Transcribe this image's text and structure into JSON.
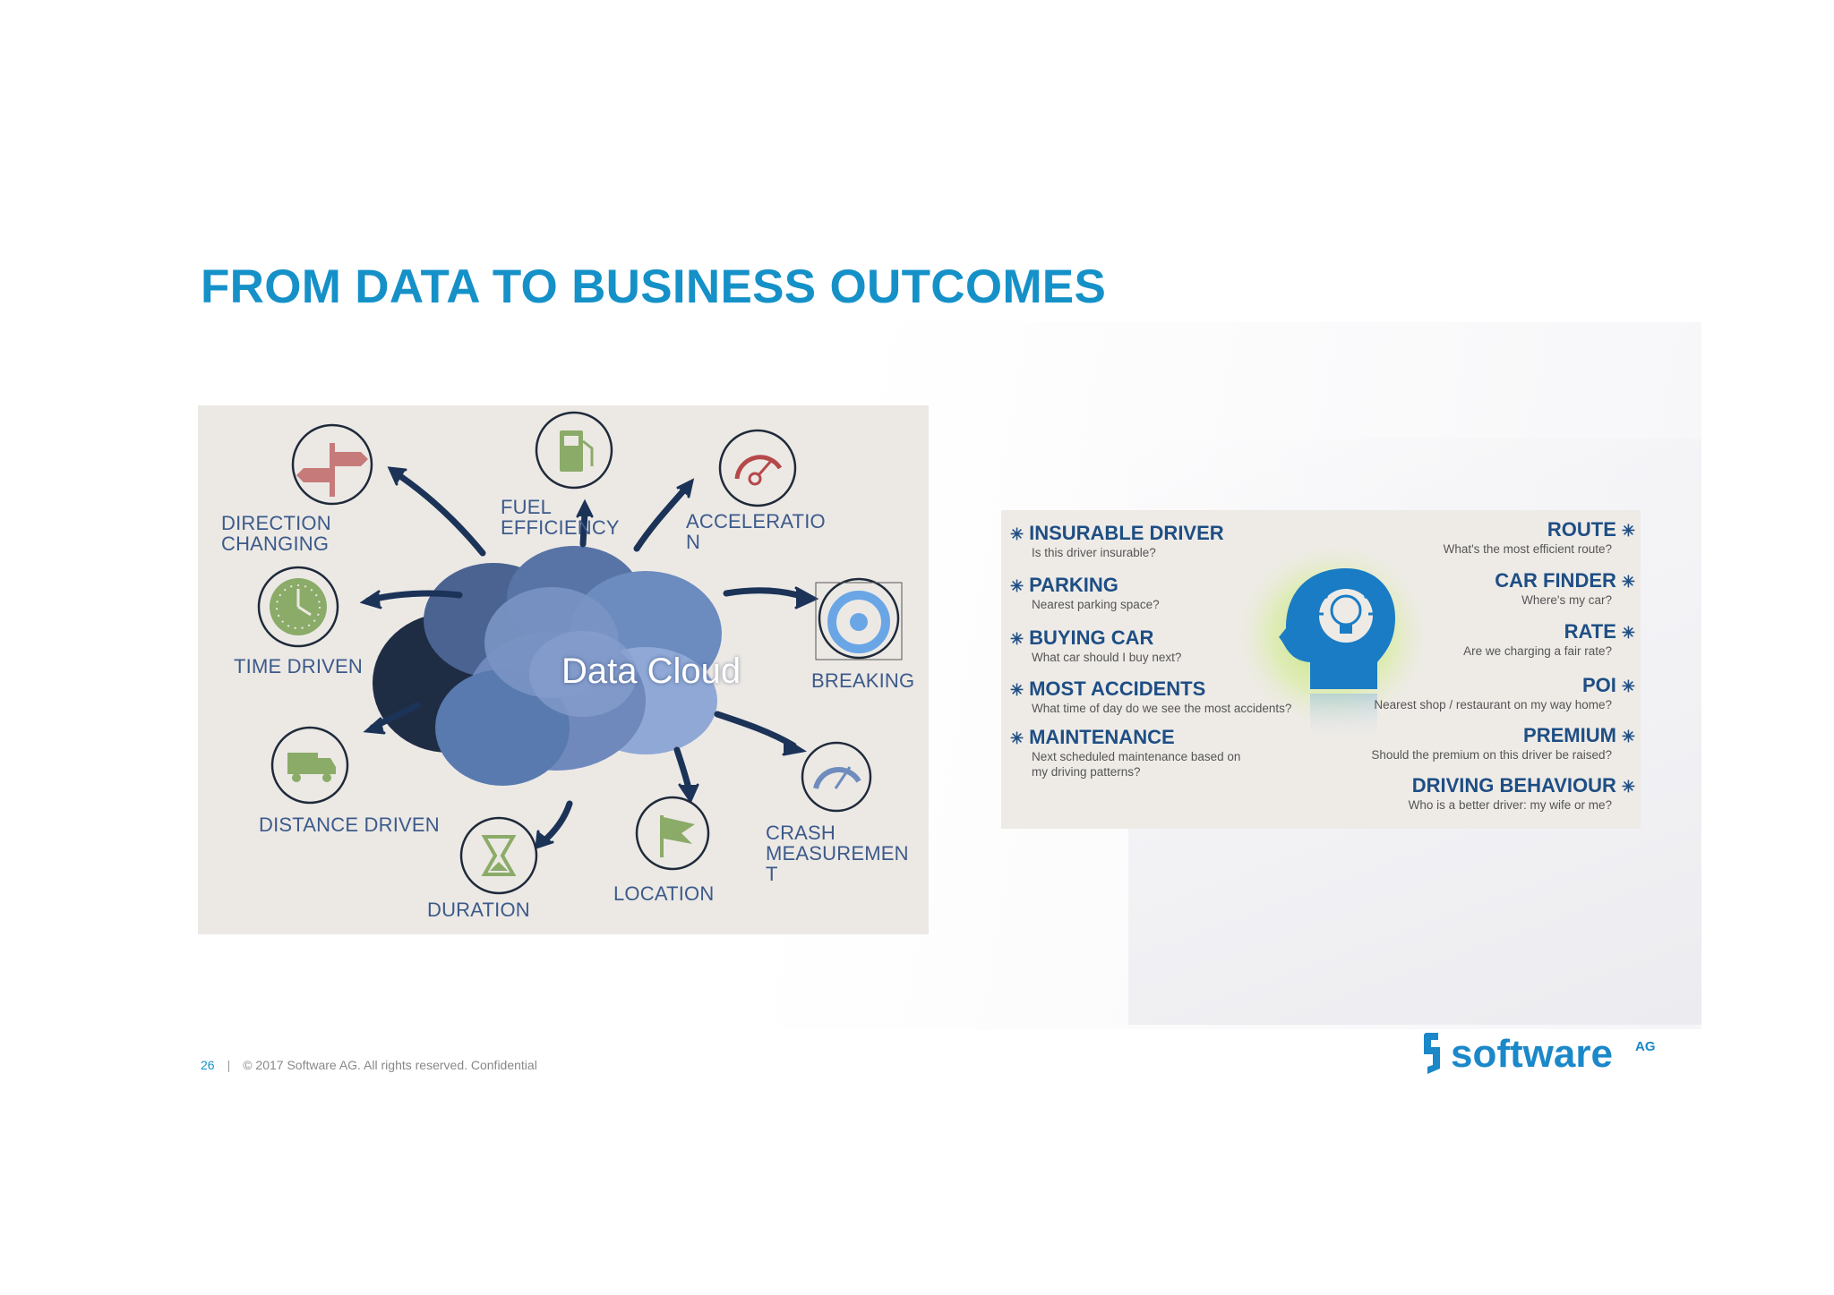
{
  "slide": {
    "title": "FROM DATA TO BUSINESS OUTCOMES"
  },
  "left_image": {
    "center_label": "Data Cloud",
    "labels": {
      "direction": "DIRECTION\nCHANGING",
      "fuel": "FUEL\nEFFICIENCY",
      "acceleration": "ACCELERATIO\nN",
      "time": "TIME DRIVEN",
      "breaking": "BREAKING",
      "distance": "DISTANCE DRIVEN",
      "crash": "CRASH\nMEASUREMEN\nT",
      "duration": "DURATION",
      "location": "LOCATION"
    },
    "icons": [
      "signpost-icon",
      "fuel-pump-icon",
      "speedometer-icon",
      "clock-icon",
      "brake-disc-icon",
      "truck-icon",
      "gauge-icon",
      "hourglass-icon",
      "flag-icon"
    ],
    "colors": {
      "label": "#3c5a8a",
      "arrow": "#1c3358",
      "cloud": "#6c8bbf"
    }
  },
  "right_image": {
    "left_items": [
      {
        "heading": "INSURABLE DRIVER",
        "sub": "Is this driver insurable?"
      },
      {
        "heading": "PARKING",
        "sub": "Nearest parking space?"
      },
      {
        "heading": "BUYING CAR",
        "sub": "What car should I buy next?"
      },
      {
        "heading": "MOST ACCIDENTS",
        "sub": "What time of day do we see the most accidents?"
      },
      {
        "heading": "MAINTENANCE",
        "sub": "Next scheduled maintenance based on\nmy driving patterns?"
      }
    ],
    "right_items": [
      {
        "heading": "ROUTE",
        "sub": "What's the most efficient route?"
      },
      {
        "heading": "CAR FINDER",
        "sub": "Where's my car?"
      },
      {
        "heading": "RATE",
        "sub": "Are we charging a fair rate?"
      },
      {
        "heading": "POI",
        "sub": "Nearest shop / restaurant on my way home?"
      },
      {
        "heading": "PREMIUM",
        "sub": "Should the premium on this driver be raised?"
      },
      {
        "heading": "DRIVING BEHAVIOUR",
        "sub": "Who is a better driver: my wife or me?"
      }
    ],
    "icons": [
      "head-lightbulb-icon"
    ],
    "colors": {
      "heading": "#1e4e84",
      "head": "#1a7cc4",
      "glow": "#b6e05a"
    }
  },
  "footer": {
    "page_number": "26",
    "separator": "|",
    "copyright": "© 2017 Software AG. All rights reserved. Confidential"
  },
  "logo": {
    "text": "software",
    "suffix": "AG",
    "color": "#1a88c9"
  }
}
